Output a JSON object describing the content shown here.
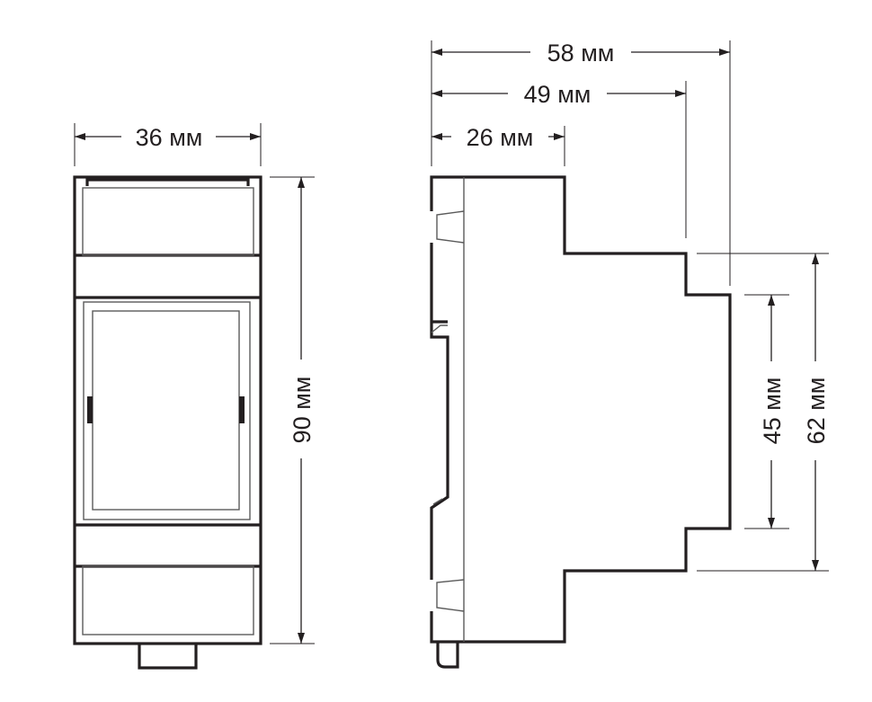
{
  "front_view": {
    "width_label": "36 мм",
    "height_label": "90 мм"
  },
  "side_view": {
    "depth_total_label": "58 мм",
    "depth_mid_label": "49 мм",
    "depth_front_label": "26 мм",
    "step_height_label": "62 мм",
    "front_height_label": "45 мм"
  },
  "colors": {
    "line": "#231f20",
    "background": "#ffffff"
  }
}
